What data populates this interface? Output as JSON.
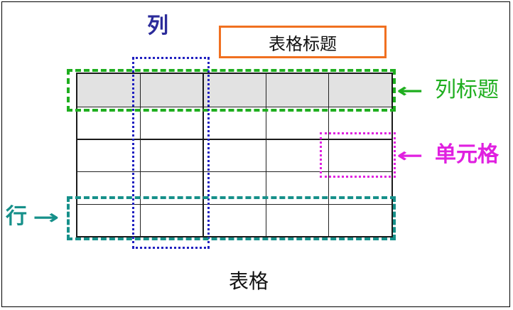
{
  "diagram": {
    "caption": "表格",
    "table_title": "表格标题",
    "labels": {
      "column": "列",
      "column_header": "列标题",
      "cell": "单元格",
      "row": "行"
    },
    "arrows": {
      "column_header": "←",
      "cell": "←",
      "row": "→"
    },
    "colors": {
      "column": "#2b2b9a",
      "column_header": "#1fae1f",
      "cell": "#e020e0",
      "row": "#16908a",
      "table_title_border": "#f07020",
      "header_fill": "#e2e2e2",
      "grid": "#222222"
    },
    "table": {
      "columns": 5,
      "rows": 5,
      "header_rows": 1
    }
  }
}
